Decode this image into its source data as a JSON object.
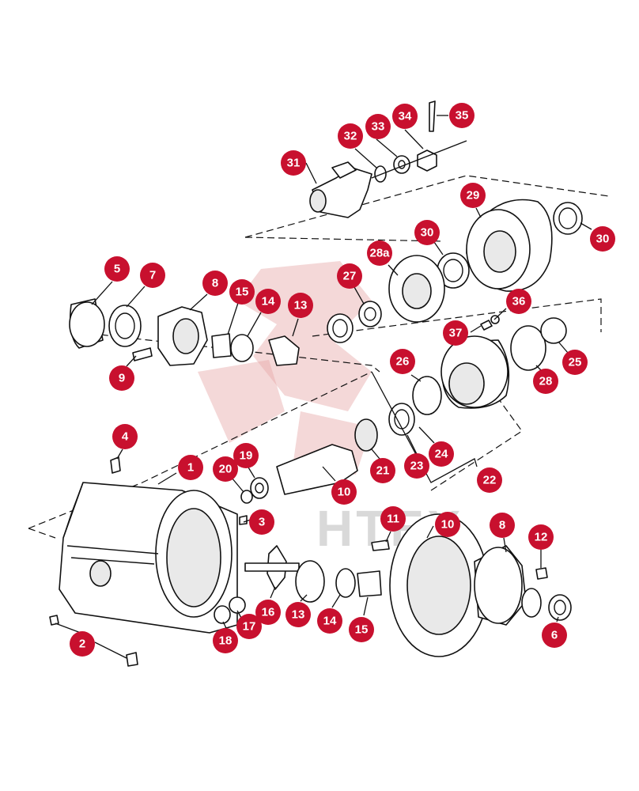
{
  "watermark": {
    "text": "HTEX"
  },
  "colors": {
    "callout": "#c8102e",
    "callout_text": "#ffffff",
    "line": "#111111"
  },
  "callouts": [
    {
      "id": "c35",
      "label": "35"
    },
    {
      "id": "c34",
      "label": "34"
    },
    {
      "id": "c33",
      "label": "33"
    },
    {
      "id": "c32",
      "label": "32"
    },
    {
      "id": "c31",
      "label": "31"
    },
    {
      "id": "c29",
      "label": "29"
    },
    {
      "id": "c30a",
      "label": "30"
    },
    {
      "id": "c30b",
      "label": "30"
    },
    {
      "id": "c28a",
      "label": "28a"
    },
    {
      "id": "c27",
      "label": "27"
    },
    {
      "id": "c5",
      "label": "5"
    },
    {
      "id": "c7",
      "label": "7"
    },
    {
      "id": "c8a",
      "label": "8"
    },
    {
      "id": "c15a",
      "label": "15"
    },
    {
      "id": "c14a",
      "label": "14"
    },
    {
      "id": "c13a",
      "label": "13"
    },
    {
      "id": "c36",
      "label": "36"
    },
    {
      "id": "c37",
      "label": "37"
    },
    {
      "id": "c25",
      "label": "25"
    },
    {
      "id": "c26",
      "label": "26"
    },
    {
      "id": "c28b",
      "label": "28"
    },
    {
      "id": "c9",
      "label": "9"
    },
    {
      "id": "c4",
      "label": "4"
    },
    {
      "id": "c1",
      "label": "1"
    },
    {
      "id": "c19",
      "label": "19"
    },
    {
      "id": "c20",
      "label": "20"
    },
    {
      "id": "c21",
      "label": "21"
    },
    {
      "id": "c23",
      "label": "23"
    },
    {
      "id": "c24",
      "label": "24"
    },
    {
      "id": "c22",
      "label": "22"
    },
    {
      "id": "c10a",
      "label": "10"
    },
    {
      "id": "c3",
      "label": "3"
    },
    {
      "id": "c11",
      "label": "11"
    },
    {
      "id": "c10b",
      "label": "10"
    },
    {
      "id": "c8b",
      "label": "8"
    },
    {
      "id": "c12",
      "label": "12"
    },
    {
      "id": "c16",
      "label": "16"
    },
    {
      "id": "c13b",
      "label": "13"
    },
    {
      "id": "c14b",
      "label": "14"
    },
    {
      "id": "c15b",
      "label": "15"
    },
    {
      "id": "c17",
      "label": "17"
    },
    {
      "id": "c18",
      "label": "18"
    },
    {
      "id": "c2",
      "label": "2"
    },
    {
      "id": "c6",
      "label": "6"
    }
  ]
}
